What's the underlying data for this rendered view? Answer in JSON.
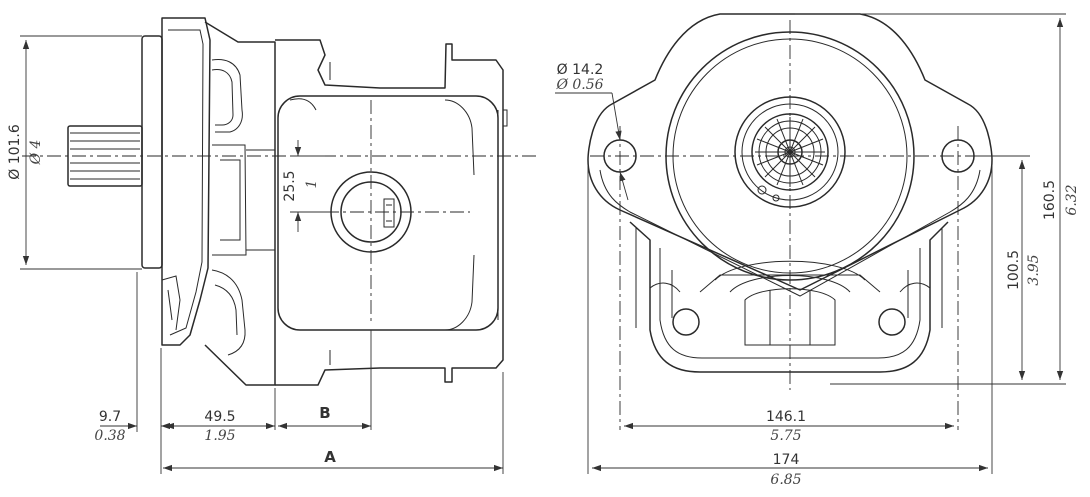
{
  "dimensions": {
    "shaft_diameter": {
      "mm": "Ø 101.6",
      "in": "Ø 4"
    },
    "port_offset": {
      "mm": "25.5",
      "in": "1"
    },
    "flange_thickness": {
      "mm": "9.7",
      "in": "0.38"
    },
    "port_position": {
      "mm": "49.5",
      "in": "1.95"
    },
    "label_b": "B",
    "label_a": "A",
    "hole_diameter": {
      "mm": "Ø 14.2",
      "in": "Ø 0.56"
    },
    "height_to_center": {
      "mm": "100.5",
      "in": "3.95"
    },
    "total_height": {
      "mm": "160.5",
      "in": "6.32"
    },
    "hole_spacing": {
      "mm": "146.1",
      "in": "5.75"
    },
    "total_width": {
      "mm": "174",
      "in": "6.85"
    }
  }
}
